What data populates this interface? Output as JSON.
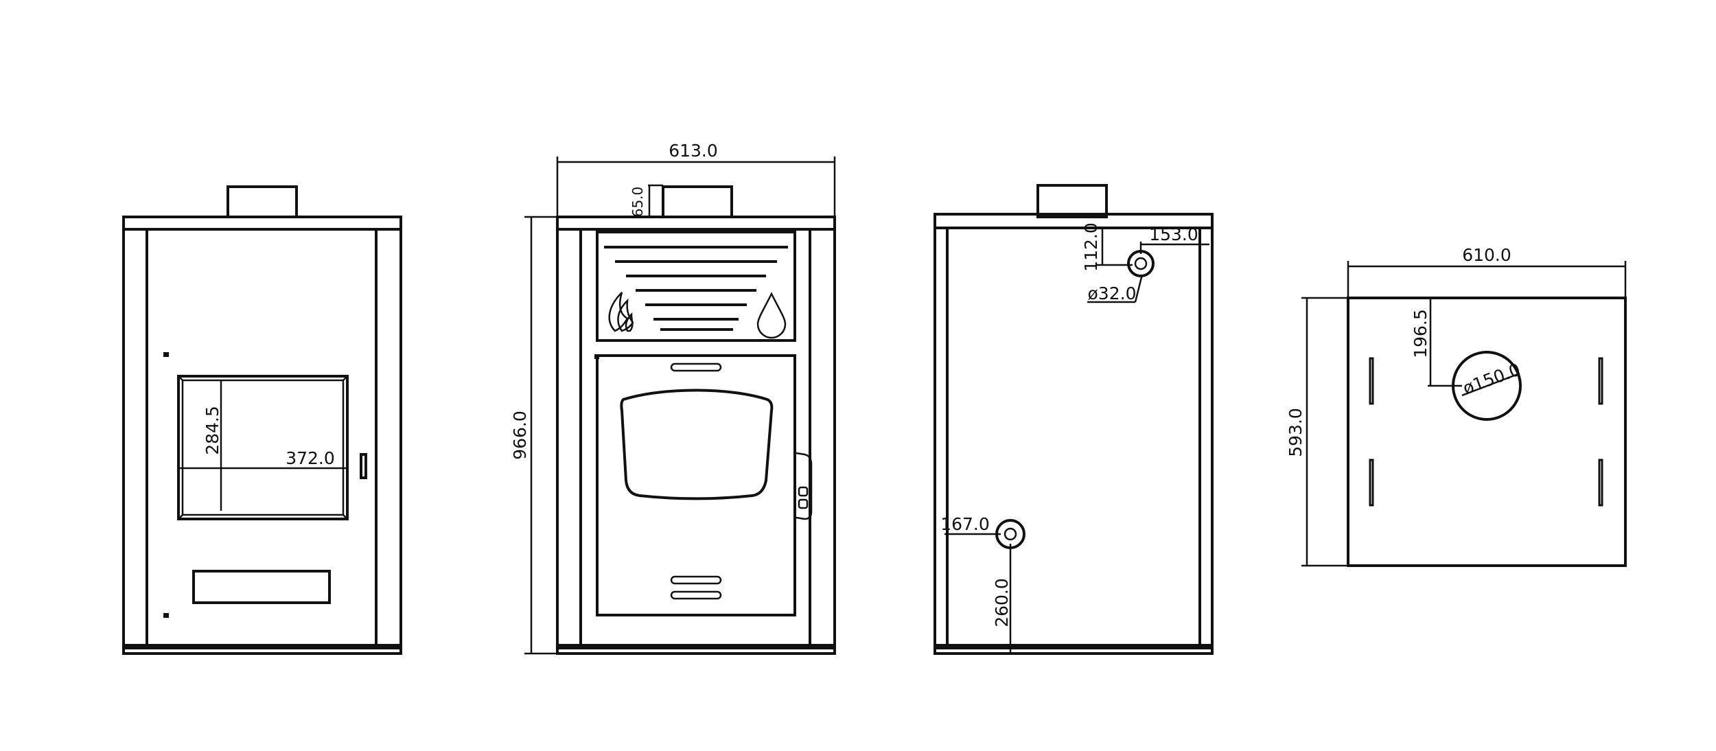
{
  "colors": {
    "line": "#111111",
    "background": "#ffffff"
  },
  "views": {
    "view1": {
      "dims": {
        "opening_height": "284.5",
        "opening_width": "372.0"
      }
    },
    "view2": {
      "dims": {
        "width": "613.0",
        "height": "966.0",
        "top_offset": "65.0"
      },
      "icons": [
        "flame-icon",
        "water-drop-icon"
      ]
    },
    "view3": {
      "dims": {
        "top_from_top": "112.0",
        "top_from_side": "153.0",
        "top_diameter": "ø32.0",
        "bottom_from_side": "167.0",
        "bottom_from_base": "260.0"
      }
    },
    "view4": {
      "dims": {
        "width": "610.0",
        "depth": "593.0",
        "flue_offset": "196.5",
        "flue_diameter": "ø150.0"
      }
    }
  }
}
